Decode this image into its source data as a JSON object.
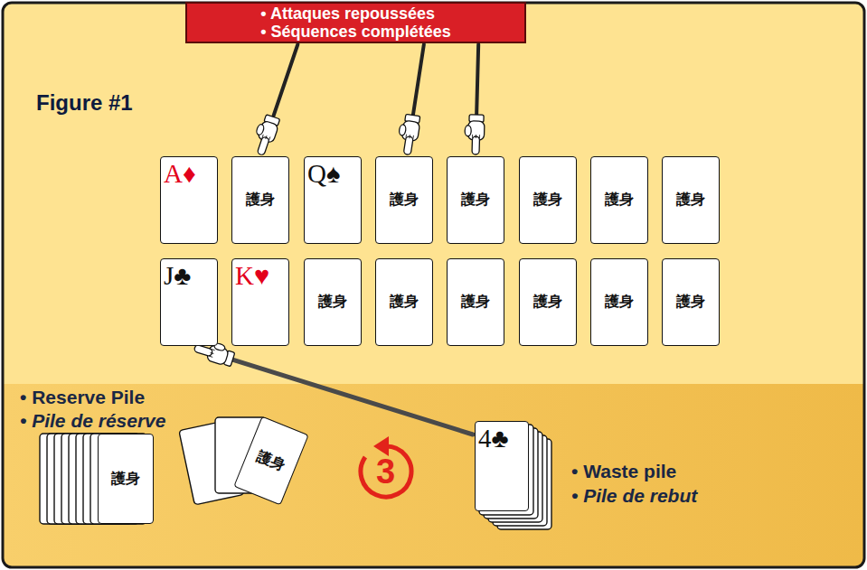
{
  "diagram": {
    "title": "Figure #1",
    "nodes": [
      {
        "text": [
          "• Attaques repoussées",
          "• Séquences complétées"
        ]
      },
      {
        "text": [
          "A♦"
        ]
      },
      {
        "text": [
          "護身"
        ]
      },
      {
        "text": [
          "Q♠"
        ]
      },
      {
        "text": [
          "護身"
        ]
      },
      {
        "text": [
          "護身"
        ]
      },
      {
        "text": [
          "護身"
        ]
      },
      {
        "text": [
          "護身"
        ]
      },
      {
        "text": [
          "護身"
        ]
      },
      {
        "text": [
          "J♣"
        ]
      },
      {
        "text": [
          "K♥"
        ]
      },
      {
        "text": [
          "護身"
        ]
      },
      {
        "text": [
          "護身"
        ]
      },
      {
        "text": [
          "護身"
        ]
      },
      {
        "text": [
          "護身"
        ]
      },
      {
        "text": [
          "護身"
        ]
      },
      {
        "text": [
          "護身"
        ]
      },
      {
        "text": [
          "護身"
        ]
      },
      {
        "text": [
          "護身"
        ]
      },
      {
        "text": [
          "4♣"
        ]
      }
    ],
    "edges": [
      {
        "from": 0,
        "to": 2,
        "arrow": "to"
      },
      {
        "from": 0,
        "to": 4,
        "arrow": "to"
      },
      {
        "from": 0,
        "to": 5,
        "arrow": "to"
      },
      {
        "from": 19,
        "to": 9,
        "arrow": "to"
      }
    ],
    "labels": [
      "• Reserve Pile",
      "• Pile de réserve",
      "3",
      "• Waste pile",
      "• Pile de rebut"
    ]
  }
}
